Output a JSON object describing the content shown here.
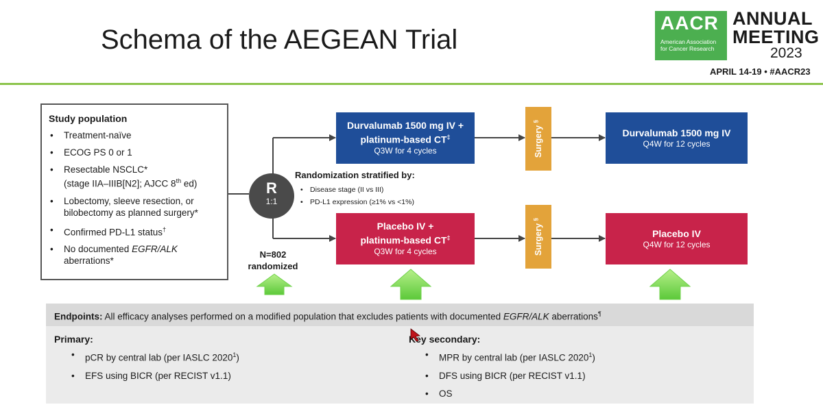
{
  "header": {
    "title": "Schema of the AEGEAN Trial",
    "logo": {
      "mark": "AACR",
      "subtitle_line1": "American Association",
      "subtitle_line2": "for Cancer Research"
    },
    "meeting": {
      "line1": "ANNUAL",
      "line2": "MEETING",
      "year": "2023",
      "dates": "APRIL 14-19 • #AACR23"
    },
    "accent_color": "#8bc34a"
  },
  "study_population": {
    "title": "Study population",
    "items": [
      {
        "text": "Treatment-naïve"
      },
      {
        "text": "ECOG PS 0 or 1"
      },
      {
        "text": "Resectable NSCLC*",
        "text2": "(stage IIA–IIIB[N2]; AJCC 8",
        "sup": "th",
        "text3": " ed)"
      },
      {
        "text": "Lobectomy, sleeve resection, or",
        "text2": "bilobectomy as planned surgery*"
      },
      {
        "text": "Confirmed PD-L1 status",
        "sup": "†"
      },
      {
        "text": "No documented ",
        "italic": "EGFR/ALK",
        "text2": "aberrations*"
      }
    ]
  },
  "randomization": {
    "label": "R",
    "ratio": "1:1",
    "stratified_title": "Randomization stratified by:",
    "factors": [
      "Disease stage (II vs III)",
      "PD-L1 expression (≥1% vs <1%)"
    ],
    "n_count": "N=802",
    "n_label": "randomized"
  },
  "arms": {
    "experimental_neoadjuvant": {
      "line1": "Durvalumab 1500 mg IV +",
      "line2": "platinum-based CT",
      "line2_sup": "‡",
      "schedule": "Q3W for 4 cycles",
      "color": "#1f4e99"
    },
    "control_neoadjuvant": {
      "line1": "Placebo IV +",
      "line2": "platinum-based CT",
      "line2_sup": "‡",
      "schedule": "Q3W for 4 cycles",
      "color": "#c8234a"
    },
    "surgery": {
      "label": "Surgery",
      "sup": "§",
      "color": "#e3a33a"
    },
    "experimental_adjuvant": {
      "line1": "Durvalumab 1500 mg IV",
      "schedule": "Q4W for 12 cycles",
      "color": "#1f4e99"
    },
    "control_adjuvant": {
      "line1": "Placebo IV",
      "schedule": "Q4W for 12 cycles",
      "color": "#c8234a"
    }
  },
  "endpoints": {
    "label": "Endpoints:",
    "description": " All efficacy analyses performed on a modified population that excludes patients with documented ",
    "description_italic": "EGFR/ALK",
    "description_end": " aberrations",
    "description_sup": "¶",
    "primary_title": "Primary:",
    "primary": [
      {
        "text": "pCR by central lab (per IASLC 2020",
        "sup": "1",
        "end": ")"
      },
      {
        "text": "EFS using BICR (per RECIST v1.1)"
      }
    ],
    "secondary_title": "Key secondary:",
    "secondary": [
      {
        "text": "MPR by central lab (per IASLC 2020",
        "sup": "1",
        "end": ")"
      },
      {
        "text": "DFS using BICR (per RECIST v1.1)"
      },
      {
        "text": "OS"
      }
    ]
  }
}
